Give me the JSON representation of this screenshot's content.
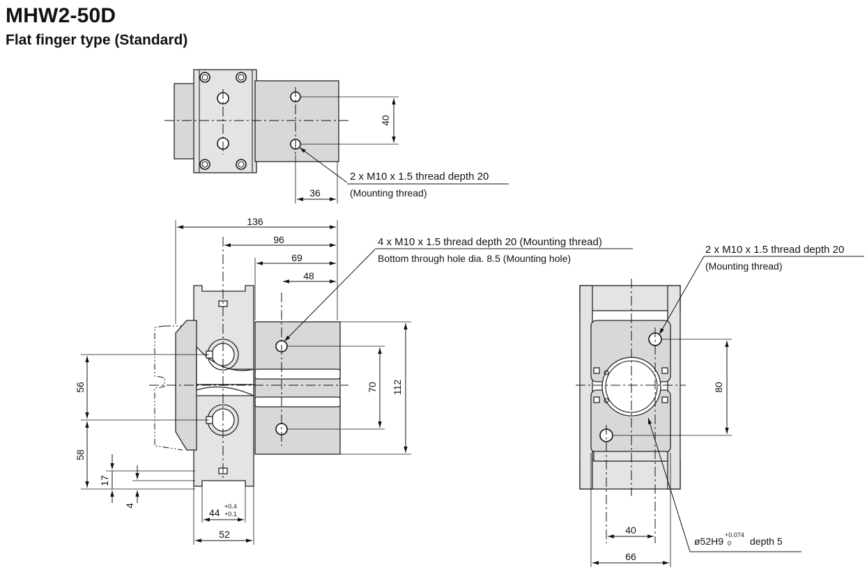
{
  "title": "MHW2-50D",
  "subtitle": "Flat finger type (Standard)",
  "dimensions": {
    "top_40": "40",
    "top_36": "36",
    "d136": "136",
    "d96": "96",
    "d69": "69",
    "d48": "48",
    "d70": "70",
    "d112": "112",
    "d56": "56",
    "d58": "58",
    "d17": "17",
    "d4": "4",
    "d44": "44",
    "d44_tol_upper": "+0.4",
    "d44_tol_lower": "+0.1",
    "d52": "52",
    "right_80": "80",
    "right_40": "40",
    "right_66": "66"
  },
  "notes": {
    "top_thread": "2 x M10 x 1.5 thread depth 20",
    "top_thread_sub": "(Mounting thread)",
    "front_thread": "4 x M10 x 1.5 thread depth 20 (Mounting thread)",
    "front_thread_sub": "Bottom through hole dia. 8.5 (Mounting hole)",
    "right_thread": "2 x M10 x 1.5 thread depth 20",
    "right_thread_sub": "(Mounting thread)",
    "bore_main": "ø52H9",
    "bore_tol_upper": "+0.074",
    "bore_tol_lower": "0",
    "bore_depth": "depth 5"
  }
}
